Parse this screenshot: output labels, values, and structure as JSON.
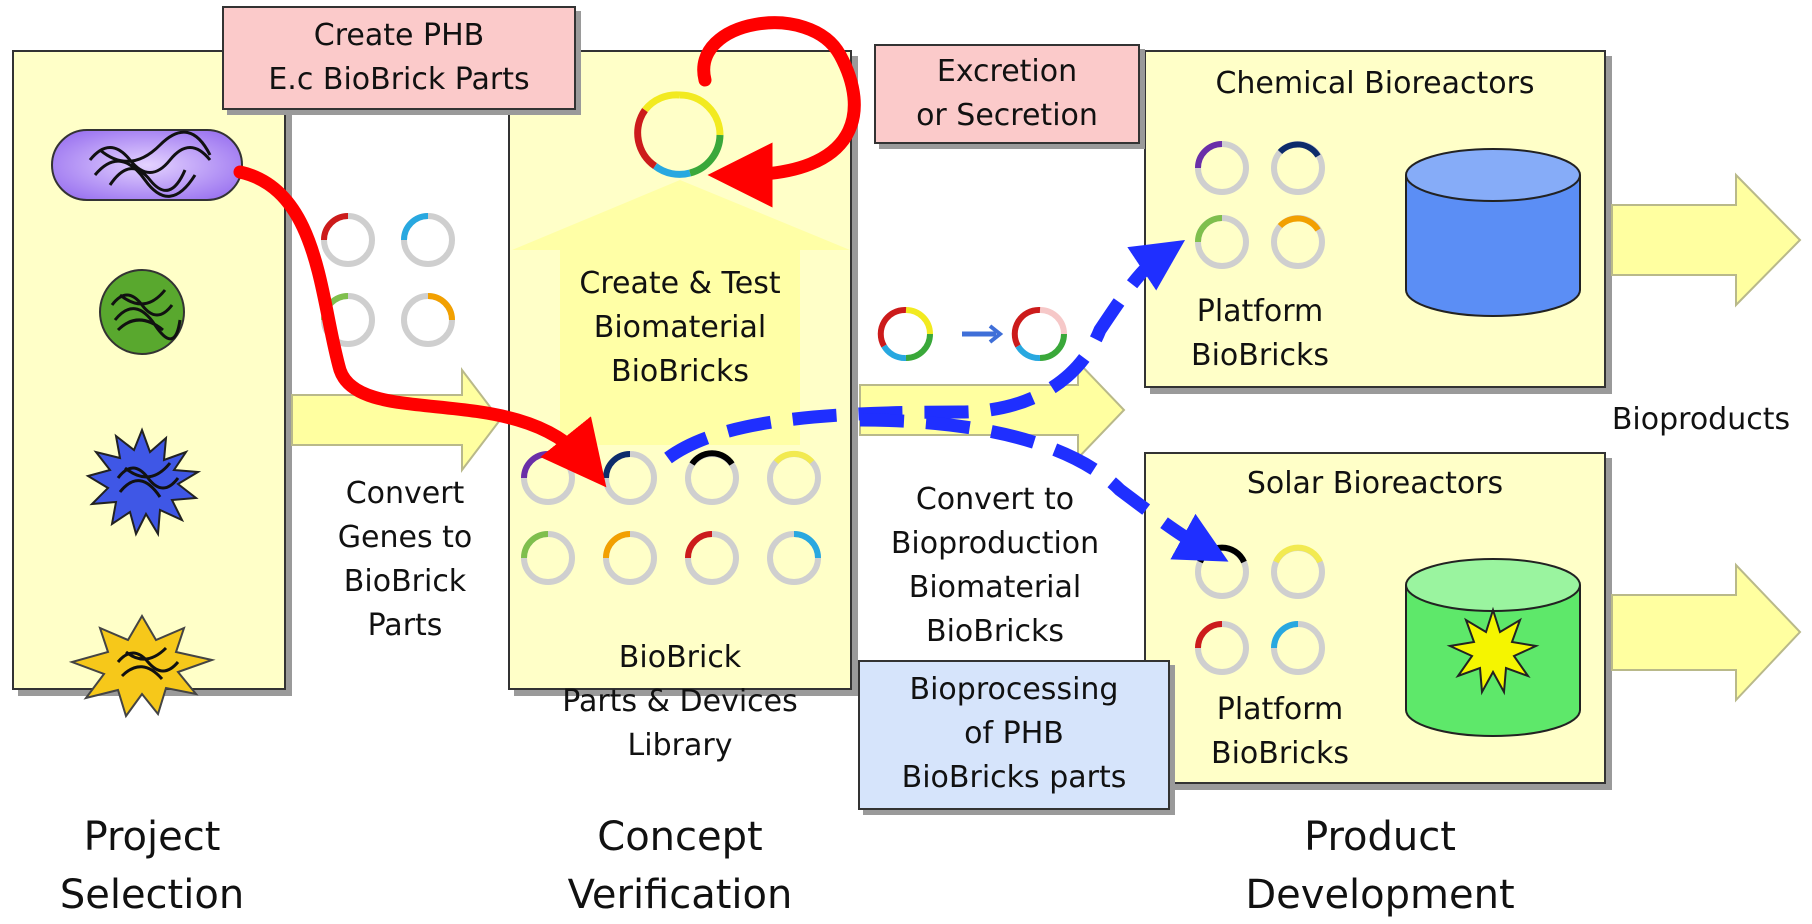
{
  "panels": {
    "project": {
      "caption": "Project\nSelection"
    },
    "concept": {
      "caption": "Concept\nVerification",
      "create_test": "Create & Test\nBiomaterial\nBioBricks",
      "library": "BioBrick\nParts & Devices\nLibrary"
    },
    "product": {
      "caption": "Product\nDevelopment",
      "chemical_title": "Chemical Bioreactors",
      "chemical_platform": "Platform\nBioBricks",
      "solar_title": "Solar Bioreactors",
      "solar_platform": "Platform\nBioBricks"
    }
  },
  "labels": {
    "convert_genes": "Convert\nGenes to\nBioBrick\nParts",
    "convert_bioproduction": "Convert to\nBioproduction\nBiomaterial\nBioBricks",
    "bioproducts": "Bioproducts"
  },
  "callouts": {
    "create_phb": "Create PHB\nE.c BioBrick Parts",
    "excretion": "Excretion\nor Secretion",
    "bioprocessing": "Bioprocessing\nof PHB\nBioBricks parts"
  },
  "colors": {
    "panel": "#ffffc8",
    "arrow_fill": "#ffffa0",
    "red_path": "#ff0000",
    "blue_path": "#1f2fff",
    "callout_pink": "#fbcaca",
    "callout_blue": "#d6e4fb",
    "chem_tank": "#5b8ef5",
    "solar_tank": "#5ee86a"
  }
}
